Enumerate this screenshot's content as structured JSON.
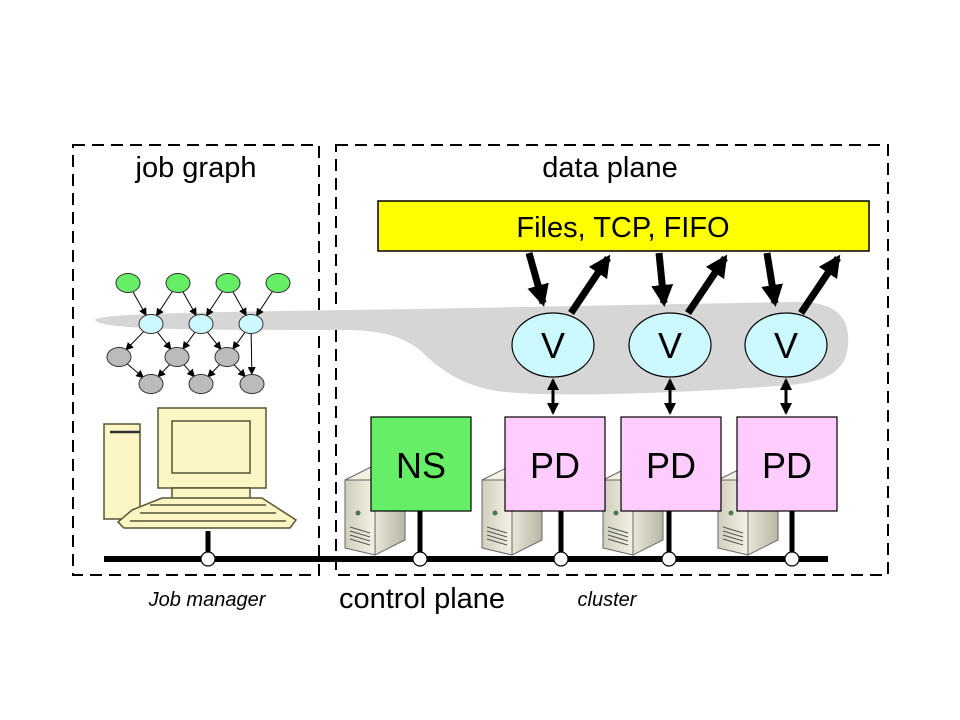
{
  "regions": {
    "job_graph": {
      "title": "job graph"
    },
    "data_plane": {
      "title": "data plane"
    }
  },
  "storage_bar": {
    "label": "Files, TCP, FIFO",
    "color": "#ffff00"
  },
  "vertices": [
    {
      "label": "V"
    },
    {
      "label": "V"
    },
    {
      "label": "V"
    }
  ],
  "name_server": {
    "label": "NS",
    "color": "#66ee66"
  },
  "process_daemons": [
    {
      "label": "PD"
    },
    {
      "label": "PD"
    },
    {
      "label": "PD"
    }
  ],
  "pd_color": "#ffccff",
  "vertex_color": "#ccf8ff",
  "bottom_labels": {
    "job_manager": "Job manager",
    "control_plane": "control plane",
    "cluster": "cluster"
  },
  "job_graph_nodes": {
    "input_color": "#66ee66",
    "middle_color": "#ccf8ff",
    "output_color": "#bbbbbb"
  }
}
